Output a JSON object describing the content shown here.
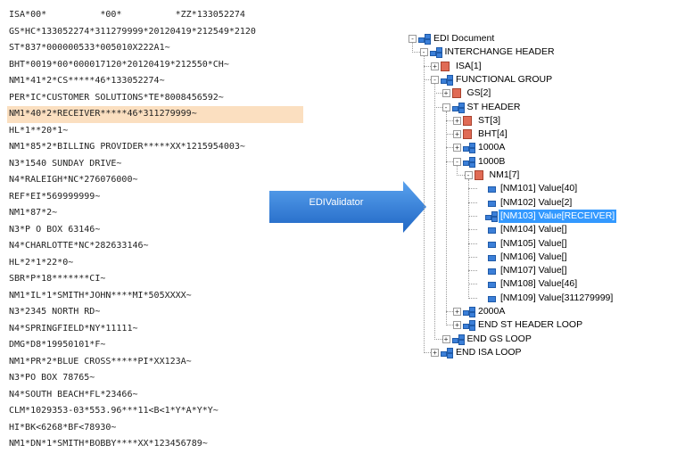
{
  "edi_lines": [
    "ISA*00*          *00*          *ZZ*133052274",
    "GS*HC*133052274*311279999*20120419*212549*2120",
    "ST*837*000000533*005010X222A1~",
    "BHT*0019*00*000017120*20120419*212550*CH~",
    "NM1*41*2*CS*****46*133052274~",
    "PER*IC*CUSTOMER SOLUTIONS*TE*8008456592~",
    "NM1*40*2*RECEIVER*****46*311279999~",
    "HL*1**20*1~",
    "NM1*85*2*BILLING PROVIDER*****XX*1215954003~",
    "N3*1540 SUNDAY DRIVE~",
    "N4*RALEIGH*NC*276076000~",
    "REF*EI*569999999~",
    "NM1*87*2~",
    "N3*P O BOX 63146~",
    "N4*CHARLOTTE*NC*282633146~",
    "HL*2*1*22*0~",
    "SBR*P*18*******CI~",
    "NM1*IL*1*SMITH*JOHN****MI*505XXXX~",
    "N3*2345 NORTH RD~",
    "N4*SPRINGFIELD*NY*11111~",
    "DMG*D8*19950101*F~",
    "NM1*PR*2*BLUE CROSS*****PI*XX123A~",
    "N3*PO BOX 78765~",
    "N4*SOUTH BEACH*FL*23466~",
    "CLM*1029353-03*553.96***11<B<1*Y*A*Y*Y~",
    "HI*BK<6268*BF<78930~",
    "NM1*DN*1*SMITH*BOBBY****XX*123456789~"
  ],
  "highlight_line_index": 6,
  "arrow_label": "EDIValidator",
  "tree": [
    {
      "label": "EDI Document",
      "level": 0,
      "icon": "group-icon",
      "toggle": "-",
      "name": "tree-node-edi-document"
    },
    {
      "label": "INTERCHANGE HEADER",
      "level": 1,
      "icon": "group-icon",
      "toggle": "-",
      "name": "tree-node-interchange-header"
    },
    {
      "label": "ISA[1]",
      "level": 2,
      "icon": "segment-icon",
      "toggle": "+",
      "name": "tree-node-isa"
    },
    {
      "label": "FUNCTIONAL GROUP",
      "level": 2,
      "icon": "group-icon",
      "toggle": "-",
      "name": "tree-node-functional-group"
    },
    {
      "label": "GS[2]",
      "level": 3,
      "icon": "segment-icon",
      "toggle": "+",
      "name": "tree-node-gs"
    },
    {
      "label": "ST HEADER",
      "level": 3,
      "icon": "group-icon",
      "toggle": "-",
      "name": "tree-node-st-header"
    },
    {
      "label": "ST[3]",
      "level": 4,
      "icon": "segment-icon",
      "toggle": "+",
      "name": "tree-node-st"
    },
    {
      "label": "BHT[4]",
      "level": 4,
      "icon": "segment-icon",
      "toggle": "+",
      "name": "tree-node-bht"
    },
    {
      "label": "1000A",
      "level": 4,
      "icon": "group-icon",
      "toggle": "+",
      "name": "tree-node-1000a"
    },
    {
      "label": "1000B",
      "level": 4,
      "icon": "group-icon",
      "toggle": "-",
      "name": "tree-node-1000b"
    },
    {
      "label": "NM1[7]",
      "level": 5,
      "icon": "segment-icon",
      "toggle": "-",
      "name": "tree-node-nm1"
    },
    {
      "label": "[NM101]  Value[40]",
      "level": 6,
      "icon": "element-icon",
      "toggle": "",
      "name": "tree-node-nm101"
    },
    {
      "label": "[NM102]  Value[2]",
      "level": 6,
      "icon": "element-icon",
      "toggle": "",
      "name": "tree-node-nm102"
    },
    {
      "label": "[NM103]  Value[RECEIVER]",
      "level": 6,
      "icon": "group-icon",
      "toggle": "",
      "name": "tree-node-nm103",
      "selected": true
    },
    {
      "label": "[NM104]  Value[]",
      "level": 6,
      "icon": "element-icon",
      "toggle": "",
      "name": "tree-node-nm104"
    },
    {
      "label": "[NM105]  Value[]",
      "level": 6,
      "icon": "element-icon",
      "toggle": "",
      "name": "tree-node-nm105"
    },
    {
      "label": "[NM106]  Value[]",
      "level": 6,
      "icon": "element-icon",
      "toggle": "",
      "name": "tree-node-nm106"
    },
    {
      "label": "[NM107]  Value[]",
      "level": 6,
      "icon": "element-icon",
      "toggle": "",
      "name": "tree-node-nm107"
    },
    {
      "label": "[NM108]  Value[46]",
      "level": 6,
      "icon": "element-icon",
      "toggle": "",
      "name": "tree-node-nm108"
    },
    {
      "label": "[NM109]  Value[311279999]",
      "level": 6,
      "icon": "element-icon",
      "toggle": "",
      "name": "tree-node-nm109"
    },
    {
      "label": "2000A",
      "level": 4,
      "icon": "group-icon",
      "toggle": "+",
      "name": "tree-node-2000a"
    },
    {
      "label": "END ST HEADER LOOP",
      "level": 4,
      "icon": "group-icon",
      "toggle": "+",
      "name": "tree-node-end-st-header-loop"
    },
    {
      "label": "END GS LOOP",
      "level": 3,
      "icon": "group-icon",
      "toggle": "+",
      "name": "tree-node-end-gs-loop"
    },
    {
      "label": "END ISA LOOP",
      "level": 2,
      "icon": "group-icon",
      "toggle": "+",
      "name": "tree-node-end-isa-loop"
    }
  ],
  "colors": {
    "highlight": "#fbdfc0",
    "arrow": "#2f7fd6",
    "selection": "#3399ff"
  }
}
